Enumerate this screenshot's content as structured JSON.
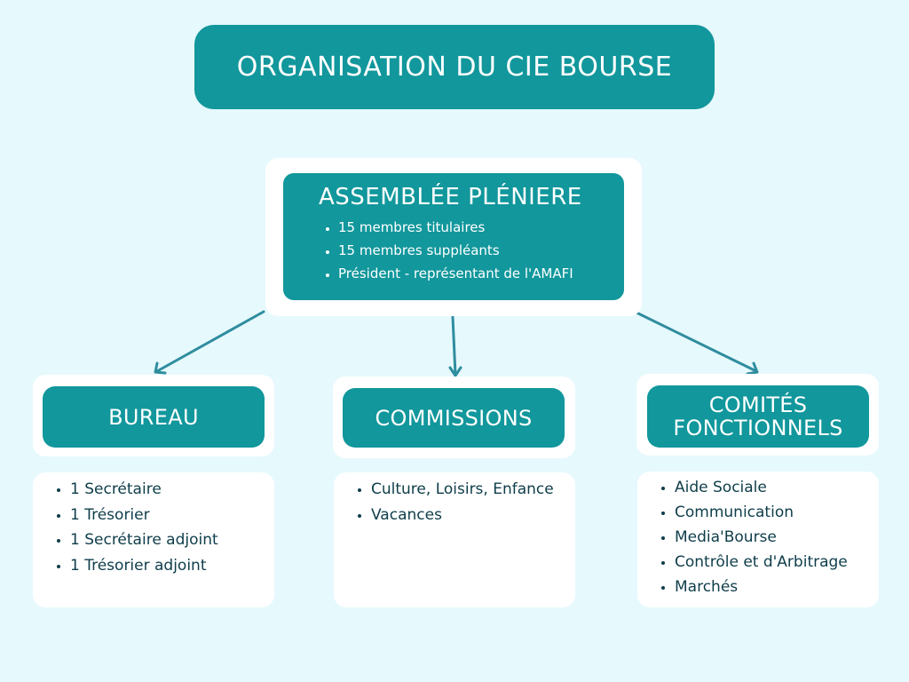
{
  "title": "ORGANISATION DU CIE BOURSE",
  "assembly": {
    "title": "ASSEMBLÉE PLÉNIERE",
    "items": [
      "15 membres titulaires",
      "15 membres suppléants",
      "Président - représentant de l'AMAFI"
    ]
  },
  "bureau": {
    "title": "BUREAU",
    "items": [
      "1 Secrétaire",
      "1 Trésorier",
      "1 Secrétaire adjoint",
      "1 Trésorier adjoint"
    ]
  },
  "commissions": {
    "title": "COMMISSIONS",
    "items": [
      "Culture, Loisirs, Enfance",
      "Vacances"
    ]
  },
  "comites": {
    "title_line1": "COMITÉS",
    "title_line2": "FONCTIONNELS",
    "items": [
      "Aide Sociale",
      "Communication",
      "Media'Bourse",
      "Contrôle et d'Arbitrage",
      "Marchés"
    ]
  },
  "colors": {
    "accent": "#11979c",
    "background": "#e6f9fd",
    "arrow": "#2f8d9f",
    "list_text": "#0e3d4a"
  }
}
